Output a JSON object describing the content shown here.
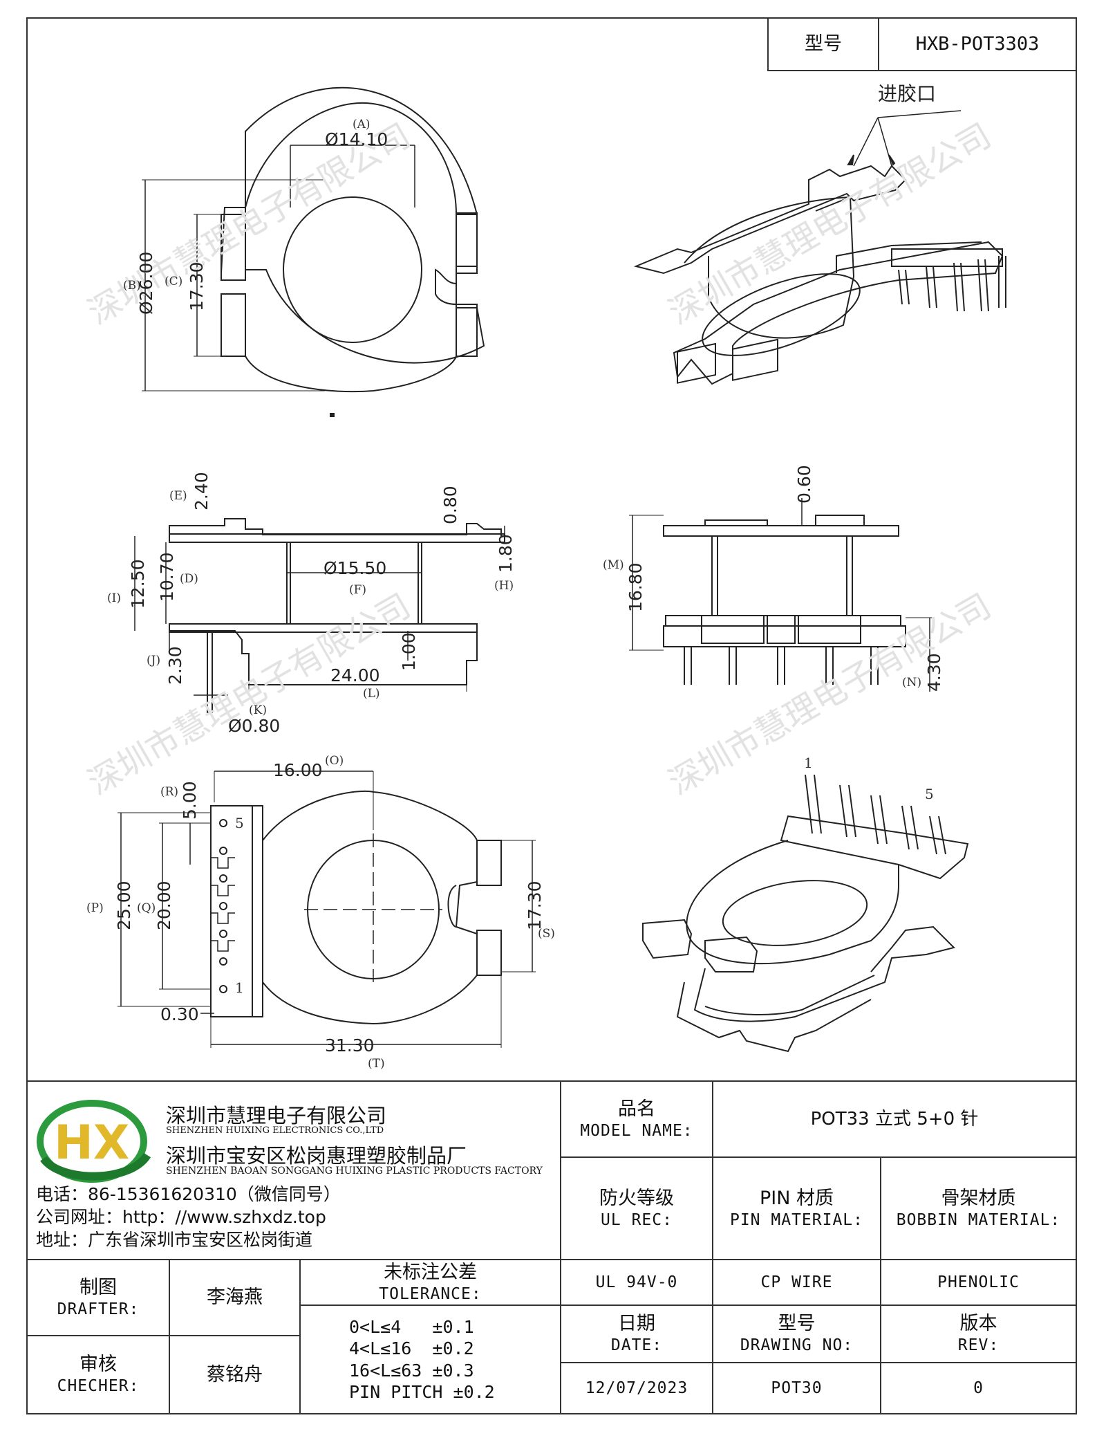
{
  "header": {
    "model_label": "型号",
    "model_value": "HXB-POT3303"
  },
  "drawing": {
    "gate_note": "进胶口",
    "watermark": "深圳市慧理电子有限公司",
    "view_top": {
      "A_label": "(A)",
      "A_value": "Ø14.10",
      "B_label": "(B)",
      "B_value": "Ø26.00",
      "C_label": "(C)",
      "C_value": "17.30"
    },
    "view_side": {
      "E_label": "(E)",
      "E_value": "2.40",
      "top_gap": "0.80",
      "H_label": "(H)",
      "H_value": "1.80",
      "I_label": "(I)",
      "I_value": "12.50",
      "D_label": "(D)",
      "D_value": "10.70",
      "F_label": "(F)",
      "F_value": "Ø15.50",
      "flange_gap": "1.00",
      "J_label": "(J)",
      "J_value": "2.30",
      "L_label": "(L)",
      "L_value": "24.00",
      "K_label": "(K)",
      "K_value": "Ø0.80"
    },
    "view_front": {
      "top_gap": "0.60",
      "M_label": "(M)",
      "M_value": "16.80",
      "N_label": "(N)",
      "N_value": "4.30"
    },
    "view_bottom": {
      "O_label": "(O)",
      "O_value": "16.00",
      "R_label": "(R)",
      "R_value": "5.00",
      "P_label": "(P)",
      "P_value": "25.00",
      "Q_label": "(Q)",
      "Q_value": "20.00",
      "S_label": "(S)",
      "S_value": "17.30",
      "edge_gap": "0.30",
      "T_label": "(T)",
      "T_value": "31.30",
      "pin_first": "1",
      "pin_last": "5"
    },
    "view_iso": {
      "pin_first": "1",
      "pin_last": "5"
    }
  },
  "company": {
    "logo_text": "HX",
    "name_cn": "深圳市慧理电子有限公司",
    "name_en": "SHENZHEN HUIXING ELECTRONICS CO.,LTD",
    "factory_cn": "深圳市宝安区松岗惠理塑胶制品厂",
    "factory_en": "SHENZHEN BAOAN SONGGANG HUIXING PLASTIC PRODUCTS FACTORY",
    "phone": "电话：86-15361620310（微信同号）",
    "website": "公司网址：http：//www.szhxdz.top",
    "address": "地址：广东省深圳市宝安区松岗街道"
  },
  "title_block": {
    "model_name_cn": "品名",
    "model_name_en": "MODEL NAME:",
    "model_name_value": "POT33 立式 5+0 针",
    "ul_cn": "防火等级",
    "ul_en": "UL REC:",
    "pin_cn": "PIN 材质",
    "pin_en": "PIN MATERIAL:",
    "bobbin_cn": "骨架材质",
    "bobbin_en": "BOBBIN MATERIAL:",
    "ul_value": "UL 94V-0",
    "pin_value": "CP WIRE",
    "bobbin_value": "PHENOLIC",
    "drafter_cn": "制图",
    "drafter_en": "DRAFTER:",
    "drafter_name": "李海燕",
    "checker_cn": "审核",
    "checker_en": "CHECHER:",
    "checker_name": "蔡铭舟",
    "tolerance_cn": "未标注公差",
    "tolerance_en": "TOLERANCE:",
    "tolerances": [
      "0<L≤4   ±0.1",
      "4<L≤16  ±0.2",
      "16<L≤63 ±0.3",
      "PIN PITCH ±0.2"
    ],
    "date_cn": "日期",
    "date_en": "DATE:",
    "drawing_no_cn": "型号",
    "drawing_no_en": "DRAWING NO:",
    "rev_cn": "版本",
    "rev_en": "REV:",
    "date_value": "12/07/2023",
    "drawing_no_value": "POT30",
    "rev_value": "0"
  }
}
